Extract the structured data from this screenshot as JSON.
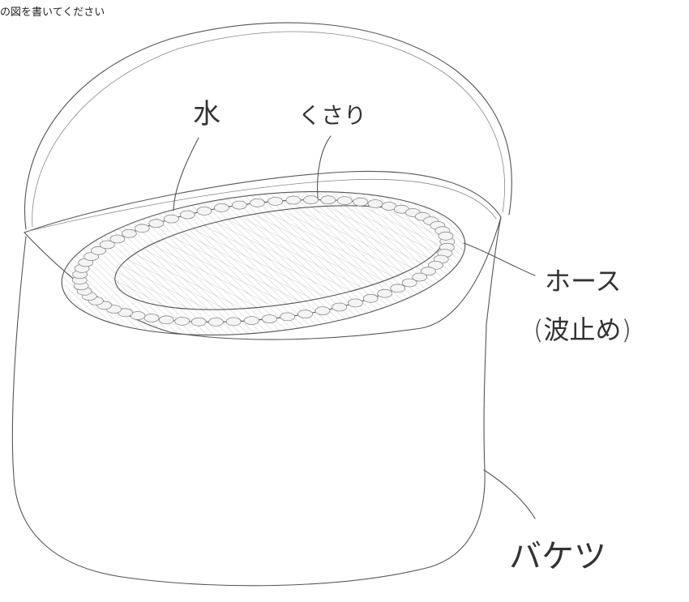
{
  "prompt": "の図を書いてください",
  "labels": {
    "water": "水",
    "chain": "くさり",
    "hose": "ホース",
    "hose_note": "(波止め)",
    "bucket": "バケツ"
  }
}
